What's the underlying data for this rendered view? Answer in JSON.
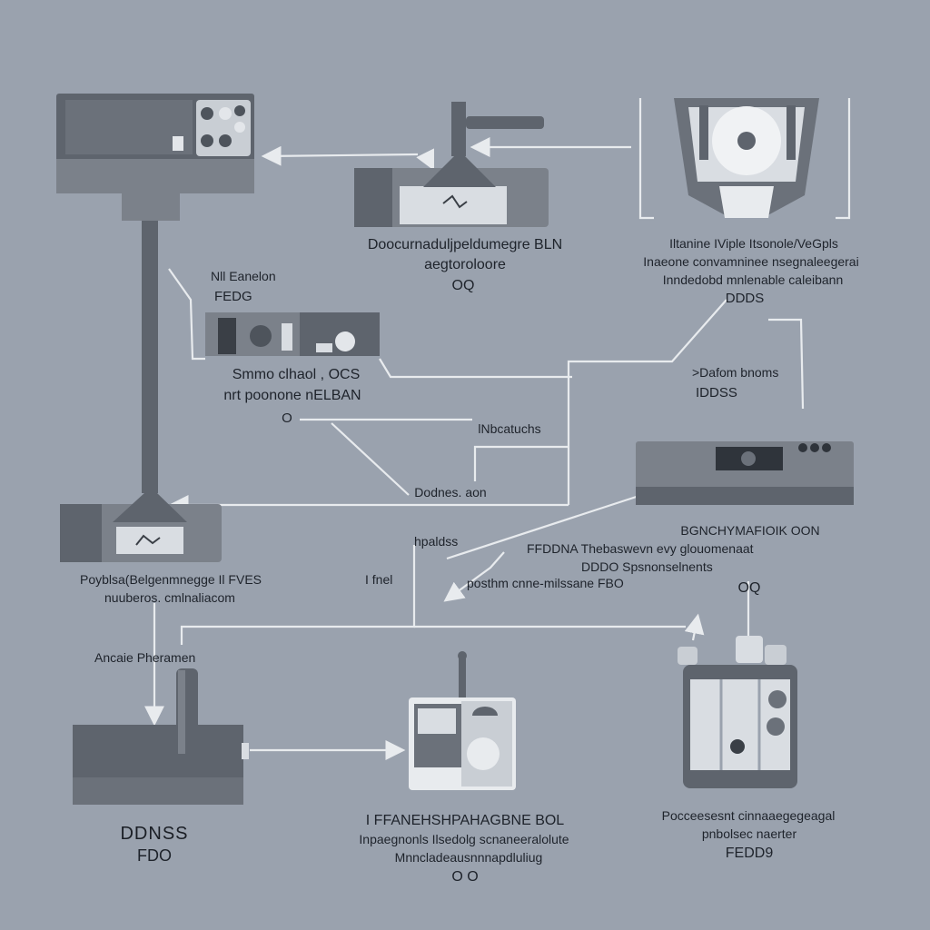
{
  "colors": {
    "background": "#9aa2ae",
    "device_dark": "#5e646d",
    "device_mid": "#7b818a",
    "device_light": "#d9dde2",
    "connector": "#e8ebee",
    "text": "#1e232b"
  },
  "nodes": [
    {
      "id": "top-left-console",
      "icon": "control-console-icon",
      "lines": []
    },
    {
      "id": "top-center-mount",
      "icon": "mount-base-icon",
      "lines": [
        "Doocurnaduljpeldumegre BLN",
        "aegtoroloore",
        "OQ"
      ]
    },
    {
      "id": "top-right-disc",
      "icon": "disc-drive-icon",
      "lines": [
        "Iltanine IViple Itsonole/VeGpls",
        "Inaeone convamninee nsegnaleegerai",
        "Inndedobd mnlenable caleibann",
        "DDDS"
      ]
    },
    {
      "id": "mid-left-panel",
      "icon": "control-panel-icon",
      "lines": [
        "Nll Eanelon",
        "FEDG",
        "Smmo clhaol , OCS",
        "nrt poonone nELBAN",
        "O"
      ]
    },
    {
      "id": "mid-center-junction",
      "icon": "junction-icon",
      "lines": [
        "lNbcatuchs",
        "Dodnes. aon"
      ]
    },
    {
      "id": "mid-right-unit",
      "icon": "receiver-unit-icon",
      "lines": [
        ">Dafom bnoms",
        "IDDSS",
        "BGNCHYMAFIOIK OON",
        "FFDDNA Thebaswevn evy glouomenaat",
        "DDDO Spsnonselnents",
        "posthm cnne-milssane FBO",
        "OQ"
      ]
    },
    {
      "id": "mid-left-base",
      "icon": "stand-base-icon",
      "lines": [
        "Poyblsa(Belgenmnegge Il FVES",
        "nuuberos. cmlnaliacom",
        "Ancaie Pheramen",
        "hpaldss",
        "I fnel"
      ]
    },
    {
      "id": "bottom-left-box",
      "icon": "server-box-icon",
      "lines": [
        "DDNSS",
        "FDO"
      ]
    },
    {
      "id": "bottom-center-device",
      "icon": "handheld-device-icon",
      "lines": [
        "I FFANEHSHPAHAGBNE BOL",
        "Inpaegnonls Ilsedolg scnaneeralolute",
        "Mnncladeausnnnapdluliug",
        "O O"
      ]
    },
    {
      "id": "bottom-right-cabinet",
      "icon": "cabinet-icon",
      "lines": [
        "Pocceesesnt cinnaaegegeagal",
        "pnbolsec naerter",
        "FEDD9"
      ]
    }
  ]
}
